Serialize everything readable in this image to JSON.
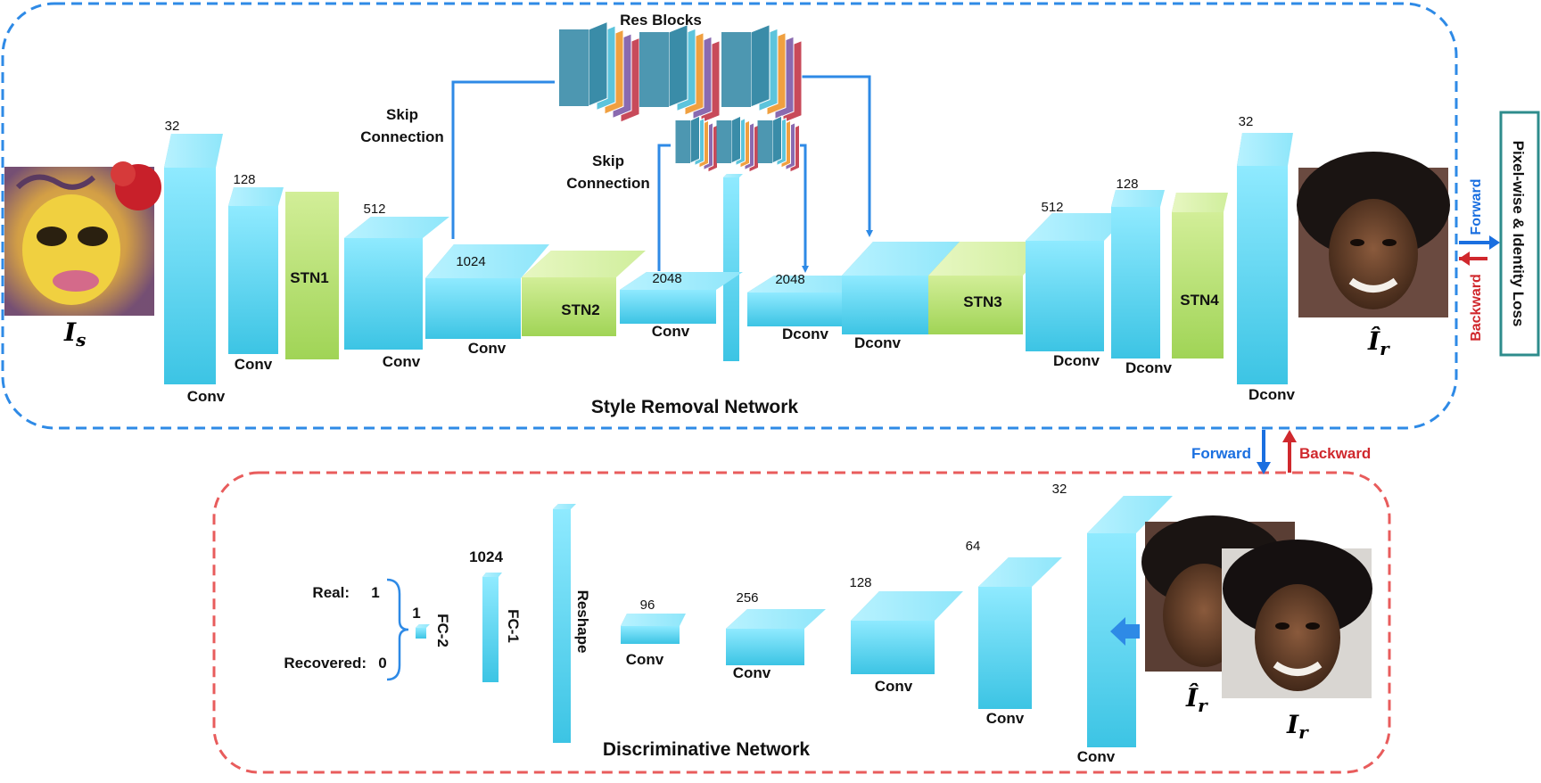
{
  "colors": {
    "blue_block": "#5fd2ec",
    "green_block": "#a8d85e",
    "style_border": "#2e8ae6",
    "disc_border": "#e85c5c",
    "forward": "#1a6fe0",
    "backward": "#d0282d",
    "loss_border": "#2e8c8c"
  },
  "style_removal": {
    "title": "Style Removal Network",
    "input_label": {
      "main": "I",
      "sub": "s"
    },
    "output_label": {
      "main": "Î",
      "sub": "r"
    },
    "res_blocks_label": "Res Blocks",
    "skip_connection": [
      "Skip",
      "Connection"
    ],
    "layers": [
      {
        "label": "Conv",
        "size": "32"
      },
      {
        "label": "Conv",
        "size": "128"
      },
      {
        "label": "STN1"
      },
      {
        "label": "Conv",
        "size": "512"
      },
      {
        "label": "Conv",
        "size": "1024"
      },
      {
        "label": "STN2"
      },
      {
        "label": "Conv",
        "size": "2048"
      },
      {
        "label": "Dconv",
        "size": "2048"
      },
      {
        "label": "Dconv"
      },
      {
        "label": "STN3"
      },
      {
        "label": "Dconv",
        "size": "512"
      },
      {
        "label": "Dconv",
        "size": "128"
      },
      {
        "label": "STN4"
      },
      {
        "label": "Dconv",
        "size": "32"
      }
    ]
  },
  "loss_box": "Pixel-wise & Identity Loss",
  "arrows": {
    "forward": "Forward",
    "backward": "Backward"
  },
  "discriminative": {
    "title": "Discriminative Network",
    "real_label": "Real:",
    "real_value": "1",
    "recovered_label": "Recovered:",
    "recovered_value": "0",
    "fc2_size": "1",
    "fc2_label": "FC-2",
    "fc1_size": "1024",
    "fc1_label": "FC-1",
    "reshape_label": "Reshape",
    "layers": [
      {
        "label": "Conv",
        "size": "96"
      },
      {
        "label": "Conv",
        "size": "256"
      },
      {
        "label": "Conv",
        "size": "128"
      },
      {
        "label": "Conv",
        "size": "64"
      },
      {
        "label": "Conv",
        "size": "32"
      }
    ],
    "recovered_img_label": {
      "main": "Î",
      "sub": "r"
    },
    "real_img_label": {
      "main": "I",
      "sub": "r"
    }
  }
}
